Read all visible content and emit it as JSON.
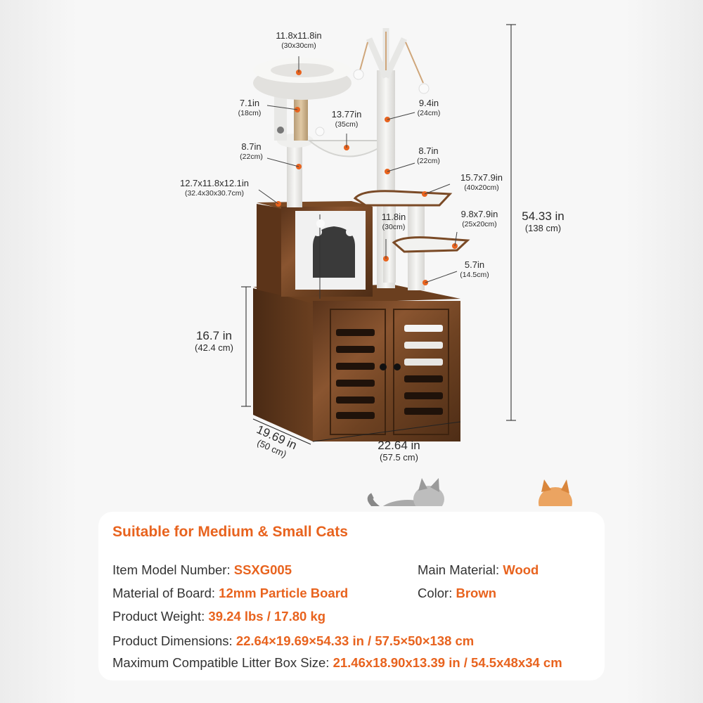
{
  "dimensions": {
    "top_platform": {
      "value": "11.8x11.8in",
      "metric": "(30x30cm)"
    },
    "post_left_upper": {
      "value": "7.1in",
      "metric": "(18cm)"
    },
    "hammock": {
      "value": "13.77in",
      "metric": "(35cm)"
    },
    "post_right_upper": {
      "value": "9.4in",
      "metric": "(24cm)"
    },
    "post_left_lower": {
      "value": "8.7in",
      "metric": "(22cm)"
    },
    "post_right_middle": {
      "value": "8.7in",
      "metric": "(22cm)"
    },
    "condo": {
      "value": "12.7x11.8x12.1in",
      "metric": "(32.4x30x30.7cm)"
    },
    "perch_upper": {
      "value": "15.7x7.9in",
      "metric": "(40x20cm)"
    },
    "post_center": {
      "value": "11.8in",
      "metric": "(30cm)"
    },
    "perch_lower": {
      "value": "9.8x7.9in",
      "metric": "(25x20cm)"
    },
    "post_short": {
      "value": "5.7in",
      "metric": "(14.5cm)"
    },
    "total_height": {
      "value": "54.33 in",
      "metric": "(138 cm)"
    },
    "cabinet_height": {
      "value": "16.7 in",
      "metric": "(42.4 cm)"
    },
    "depth": {
      "value": "19.69 in",
      "metric": "(50 cm)"
    },
    "width": {
      "value": "22.64 in",
      "metric": "(57.5 cm)"
    }
  },
  "specs": {
    "title": "Suitable for Medium & Small Cats",
    "model_label": "Item Model Number: ",
    "model_value": "SSXG005",
    "main_material_label": "Main Material: ",
    "main_material_value": "Wood",
    "board_label": "Material of Board: ",
    "board_value": "12mm Particle Board",
    "color_label": "Color: ",
    "color_value": "Brown",
    "weight_label": "Product Weight: ",
    "weight_value": "39.24 lbs / 17.80 kg",
    "dims_label": "Product Dimensions: ",
    "dims_value": "22.64×19.69×54.33 in / 57.5×50×138 cm",
    "litter_label": "Maximum Compatible Litter Box Size: ",
    "litter_value": "21.46x18.90x13.39 in / 54.5x48x34 cm"
  },
  "colors": {
    "accent": "#e8631e",
    "wood": "#7a4a26",
    "plush": "#ecebe8"
  }
}
